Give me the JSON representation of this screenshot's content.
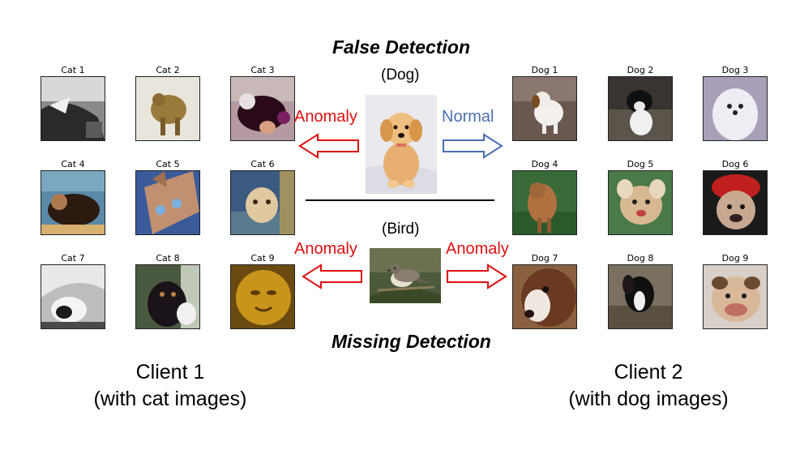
{
  "top_title": "False Detection",
  "bottom_title": "Missing Detection",
  "dog_class_label": "(Dog)",
  "bird_class_label": "(Bird)",
  "dog_left_label": "Anomaly",
  "dog_right_label": "Normal",
  "bird_left_label": "Anomaly",
  "bird_right_label": "Anomaly",
  "client1": {
    "line1": "Client 1",
    "line2": "(with cat images)"
  },
  "client2": {
    "line1": "Client 2",
    "line2": "(with dog images)"
  },
  "cat_labels": [
    "Cat 1",
    "Cat 2",
    "Cat 3",
    "Cat 4",
    "Cat 5",
    "Cat 6",
    "Cat 7",
    "Cat 8",
    "Cat 9"
  ],
  "dog_labels": [
    "Dog 1",
    "Dog 2",
    "Dog 3",
    "Dog 4",
    "Dog 5",
    "Dog 6",
    "Dog 7",
    "Dog 8",
    "Dog 9"
  ],
  "colors": {
    "anomaly": "#e01010",
    "normal": "#4a6fb0",
    "divider": "#000000"
  }
}
